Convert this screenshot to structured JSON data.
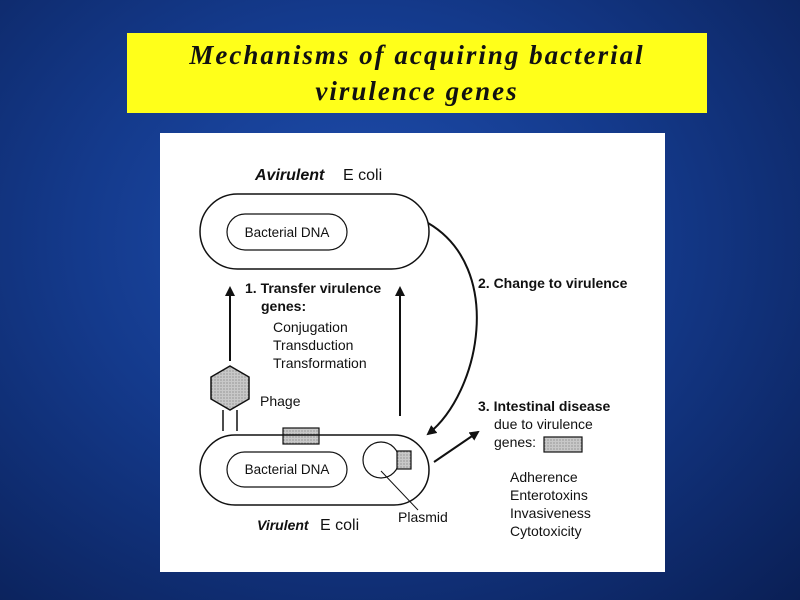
{
  "title": {
    "line1": "Mechanisms of acquiring bacterial",
    "line2": "virulence genes"
  },
  "diagram": {
    "top_cell": {
      "label_italic": "Avirulent",
      "label_species": "E coli",
      "dna_label": "Bacterial DNA"
    },
    "step1": {
      "heading_line1": "1. Transfer virulence",
      "heading_line2": "genes:",
      "items": [
        "Conjugation",
        "Transduction",
        "Transformation"
      ]
    },
    "phage_label": "Phage",
    "step2": {
      "label": "2. Change to virulence"
    },
    "step3": {
      "heading_line1": "3. Intestinal disease",
      "heading_line2": "due to virulence",
      "heading_line3": "genes:",
      "items": [
        "Adherence",
        "Enterotoxins",
        "Invasiveness",
        "Cytotoxicity"
      ]
    },
    "bottom_cell": {
      "label_italic": "Virulent",
      "label_species": "E coli",
      "dna_label": "Bacterial DNA"
    },
    "plasmid_label": "Plasmid"
  }
}
